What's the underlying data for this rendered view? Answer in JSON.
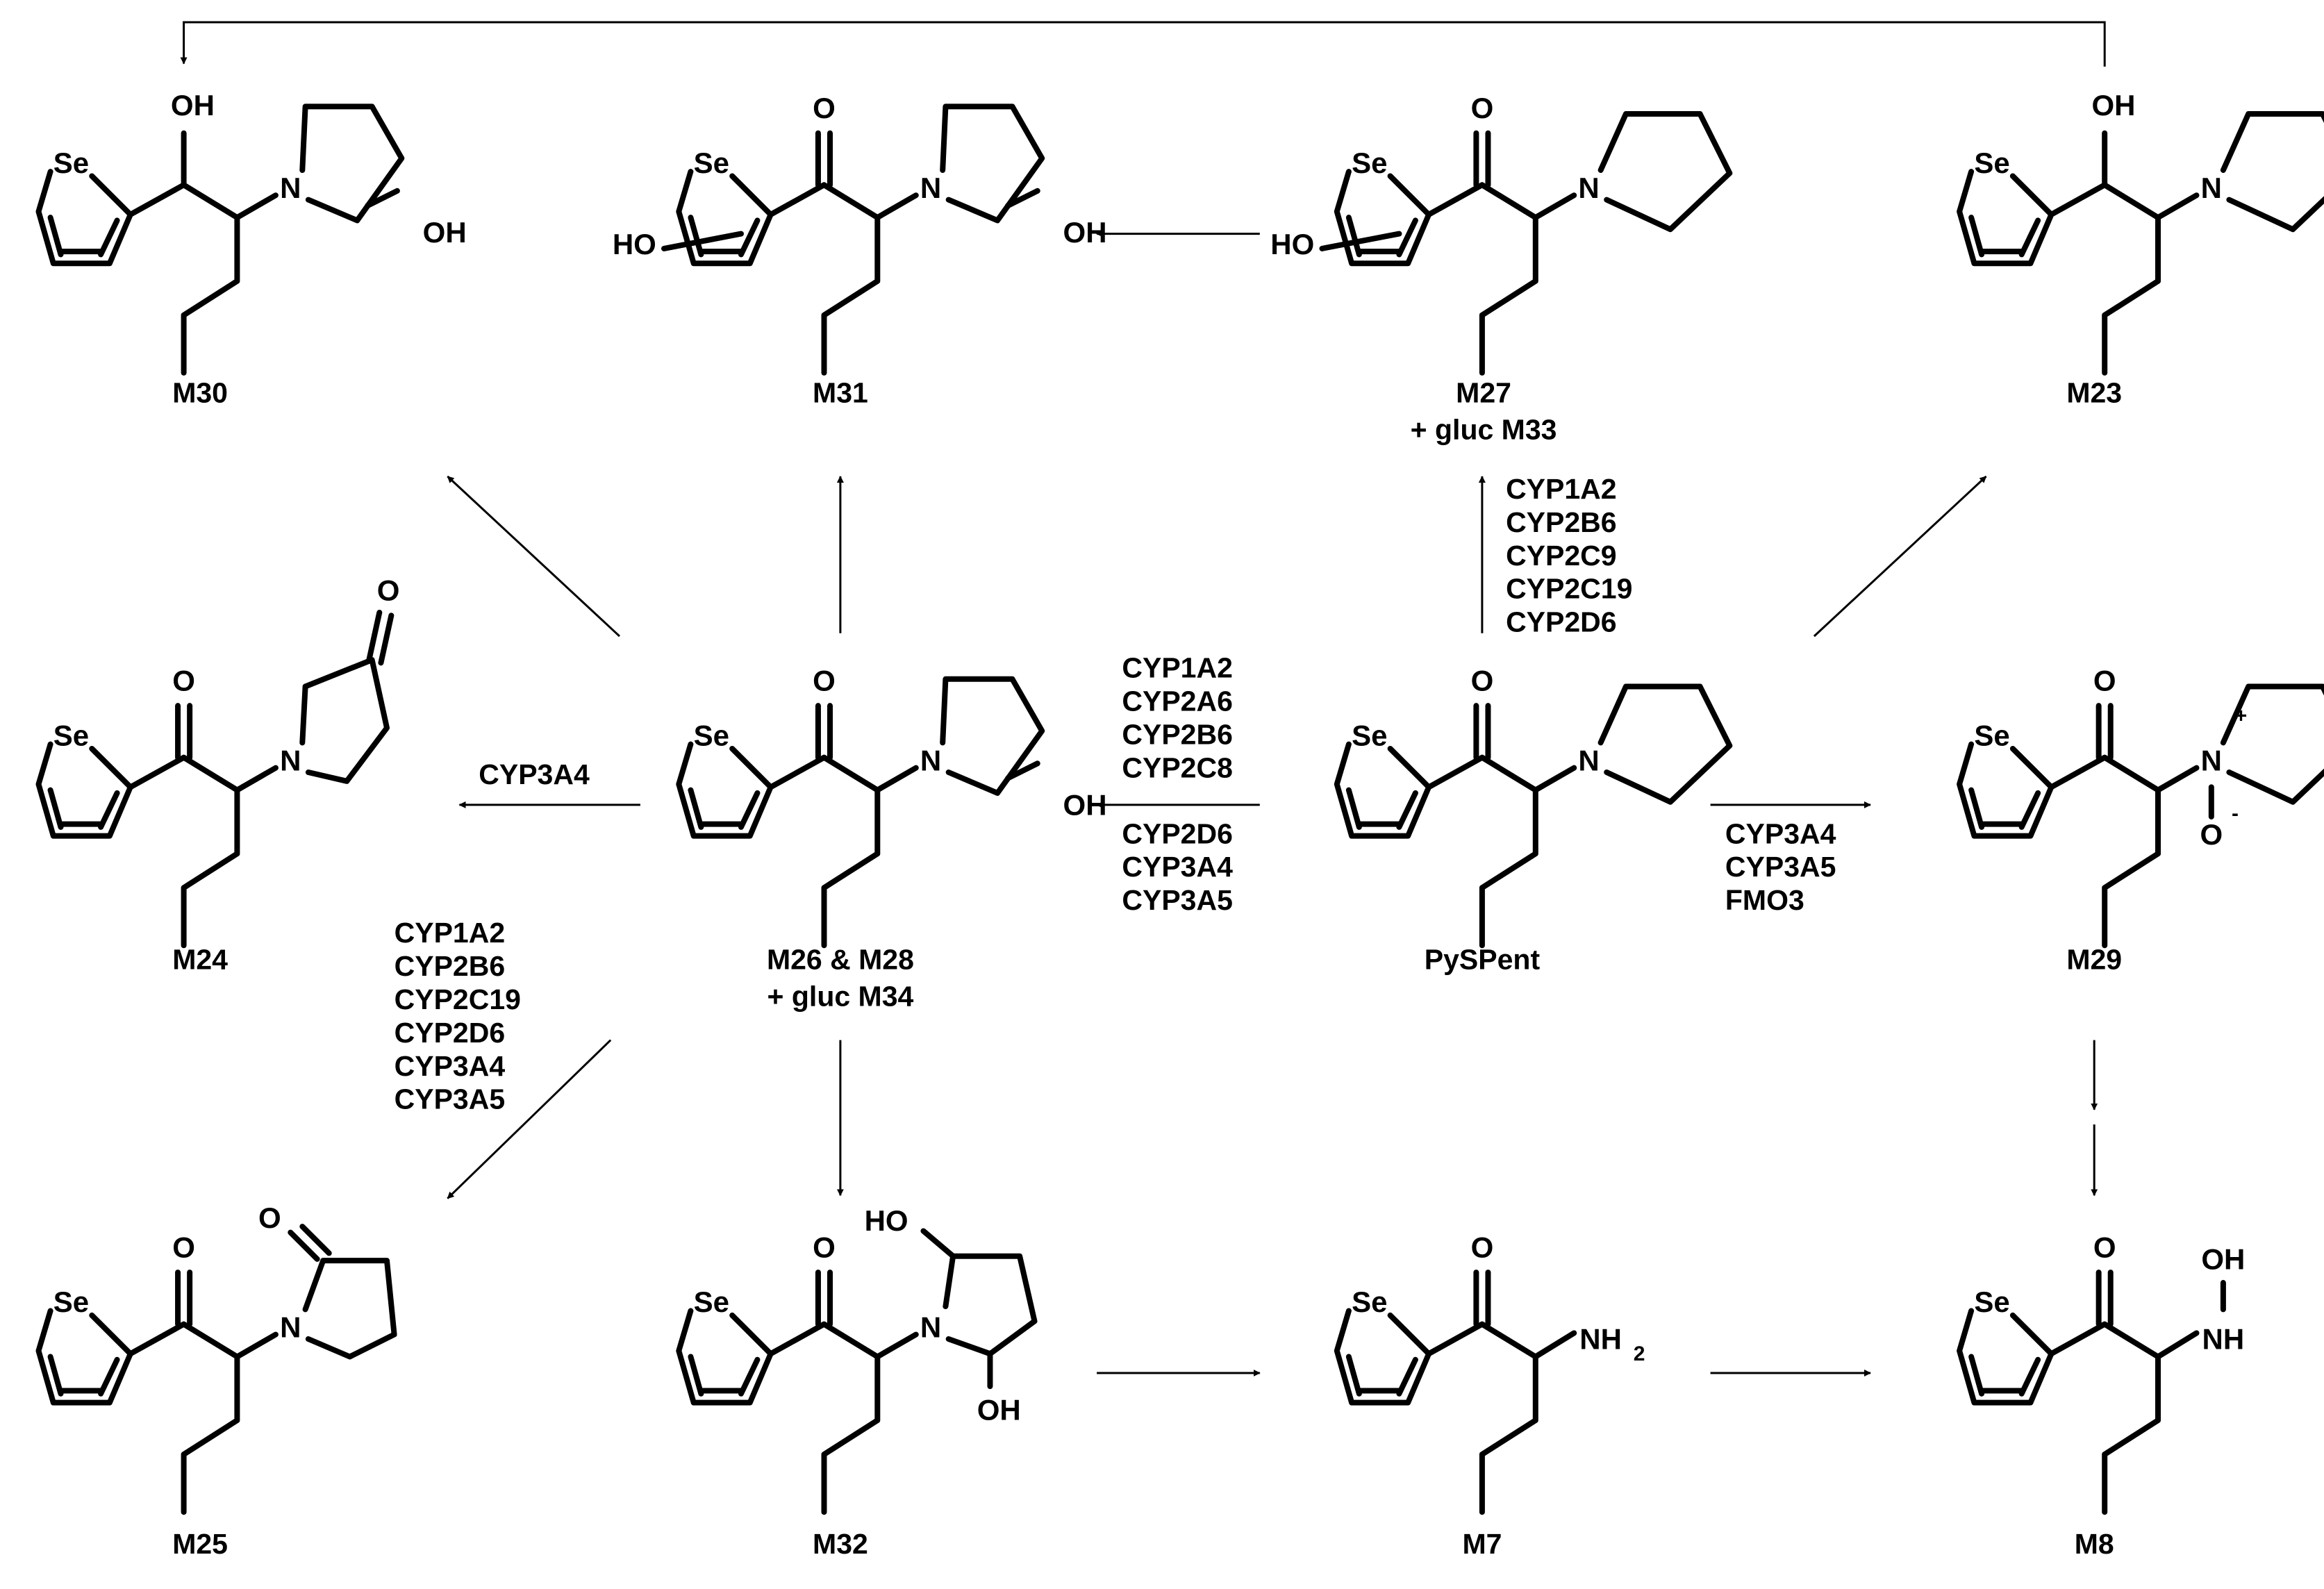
{
  "compounds": {
    "M30": {
      "name": "M30"
    },
    "M31": {
      "name": "M31"
    },
    "M27": {
      "name": "M27",
      "extra": "+ gluc M33"
    },
    "M23": {
      "name": "M23"
    },
    "M24": {
      "name": "M24"
    },
    "M26": {
      "name": "M26 & M28",
      "extra": "+ gluc M34"
    },
    "PySPent": {
      "name": "PySPent"
    },
    "M29": {
      "name": "M29"
    },
    "M25": {
      "name": "M25"
    },
    "M32": {
      "name": "M32"
    },
    "M7": {
      "name": "M7"
    },
    "M8": {
      "name": "M8"
    }
  },
  "enzymes": {
    "to_M27": [
      "CYP1A2",
      "CYP2B6",
      "CYP2C9",
      "CYP2C19",
      "CYP2D6"
    ],
    "to_M26_upper": [
      "CYP1A2",
      "CYP2A6",
      "CYP2B6",
      "CYP2C8"
    ],
    "to_M26_lower": [
      "CYP2D6",
      "CYP3A4",
      "CYP3A5"
    ],
    "to_M24": [
      "CYP3A4"
    ],
    "to_M29": [
      "CYP3A4",
      "CYP3A5",
      "FMO3"
    ],
    "to_M25": [
      "CYP1A2",
      "CYP2B6",
      "CYP2C19",
      "CYP2D6",
      "CYP3A4",
      "CYP3A5"
    ]
  },
  "atoms": {
    "Se": "Se",
    "N": "N",
    "O": "O",
    "OH": "OH",
    "HO": "HO",
    "NH": "NH",
    "NH2": "NH",
    "NH2_sub": "2",
    "plus": "+",
    "minus": "-"
  }
}
